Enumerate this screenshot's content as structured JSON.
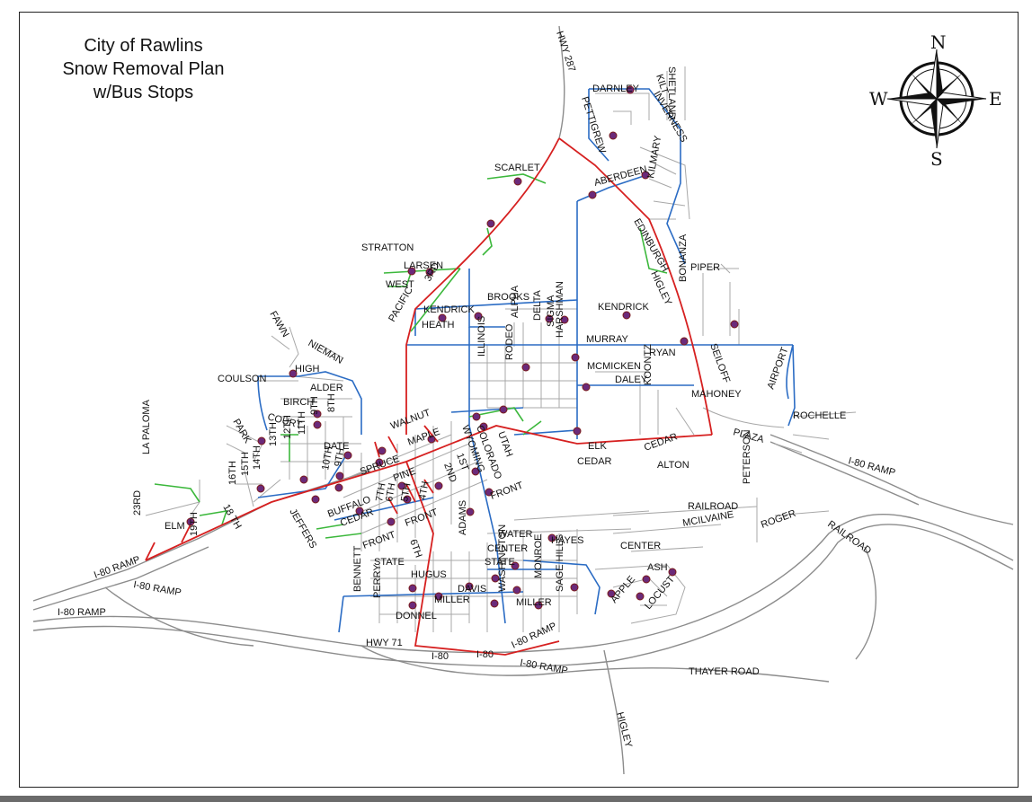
{
  "title": {
    "line1": "City of Rawlins",
    "line2": "Snow Removal Plan",
    "line3": "w/Bus Stops"
  },
  "compass": {
    "n": "N",
    "s": "S",
    "e": "E",
    "w": "W"
  },
  "colors": {
    "primary_route": "#d62020",
    "secondary_route": "#2b6cc4",
    "tertiary_route": "#3cb83c",
    "street": "#9a9a9a",
    "highway": "#8c8c8c",
    "bus_stop": "#6b2a7a"
  },
  "labels": [
    {
      "id": "hwy287",
      "text": "HWY 287"
    },
    {
      "id": "darnley",
      "text": "DARNLEY"
    },
    {
      "id": "kilt",
      "text": "KILT"
    },
    {
      "id": "shetland",
      "text": "SHETLAND"
    },
    {
      "id": "pettigrew",
      "text": "PETTIGREW"
    },
    {
      "id": "inverness",
      "text": "INVERNESS"
    },
    {
      "id": "scarlet",
      "text": "SCARLET"
    },
    {
      "id": "aberdeen",
      "text": "ABERDEEN"
    },
    {
      "id": "kilmary",
      "text": "KILMARY"
    },
    {
      "id": "edinburgh",
      "text": "EDINBURGH"
    },
    {
      "id": "piper",
      "text": "PIPER"
    },
    {
      "id": "higley1",
      "text": "HIGLEY"
    },
    {
      "id": "bonanza",
      "text": "BONANZA"
    },
    {
      "id": "stratton",
      "text": "STRATTON"
    },
    {
      "id": "larsen",
      "text": "LARSEN"
    },
    {
      "id": "west",
      "text": "WEST"
    },
    {
      "id": "3rd",
      "text": "3RD"
    },
    {
      "id": "pacific",
      "text": "PACIFIC"
    },
    {
      "id": "brooks",
      "text": "BROOKS"
    },
    {
      "id": "kendrick1",
      "text": "KENDRICK"
    },
    {
      "id": "heath",
      "text": "HEATH"
    },
    {
      "id": "kendrick2",
      "text": "KENDRICK"
    },
    {
      "id": "alpha",
      "text": "ALPHA"
    },
    {
      "id": "delta",
      "text": "DELTA"
    },
    {
      "id": "sigma",
      "text": "SIGMA"
    },
    {
      "id": "harshman",
      "text": "HARSHMAN"
    },
    {
      "id": "murray",
      "text": "MURRAY"
    },
    {
      "id": "ryan",
      "text": "RYAN"
    },
    {
      "id": "seiloff",
      "text": "SEILOFF"
    },
    {
      "id": "fawn",
      "text": "FAWN"
    },
    {
      "id": "nieman",
      "text": "NIEMAN"
    },
    {
      "id": "high",
      "text": "HIGH"
    },
    {
      "id": "coulson",
      "text": "COULSON"
    },
    {
      "id": "alder",
      "text": "ALDER"
    },
    {
      "id": "birch",
      "text": "BIRCH"
    },
    {
      "id": "court",
      "text": "COURT"
    },
    {
      "id": "9th_a",
      "text": "9TH"
    },
    {
      "id": "8th_a",
      "text": "8TH"
    },
    {
      "id": "illinois",
      "text": "ILLINOIS"
    },
    {
      "id": "rodeo",
      "text": "RODEO"
    },
    {
      "id": "mcmicken",
      "text": "MCMICKEN"
    },
    {
      "id": "daley",
      "text": "DALEY"
    },
    {
      "id": "koontz",
      "text": "KOONTZ"
    },
    {
      "id": "mahoney",
      "text": "MAHONEY"
    },
    {
      "id": "airport",
      "text": "AIRPORT"
    },
    {
      "id": "rochelle",
      "text": "ROCHELLE"
    },
    {
      "id": "plaza",
      "text": "PLAZA"
    },
    {
      "id": "park",
      "text": "PARK"
    },
    {
      "id": "12th",
      "text": "12TH"
    },
    {
      "id": "11th",
      "text": "11TH"
    },
    {
      "id": "13th",
      "text": "13TH"
    },
    {
      "id": "date",
      "text": "DATE"
    },
    {
      "id": "walnut",
      "text": "WALNUT"
    },
    {
      "id": "maple",
      "text": "MAPLE"
    },
    {
      "id": "wyoming",
      "text": "WYOMING"
    },
    {
      "id": "colorado",
      "text": "COLORADO"
    },
    {
      "id": "utah",
      "text": "UTAH"
    },
    {
      "id": "elk",
      "text": "ELK"
    },
    {
      "id": "cedar1",
      "text": "CEDAR"
    },
    {
      "id": "cedar2",
      "text": "CEDAR"
    },
    {
      "id": "alton",
      "text": "ALTON"
    },
    {
      "id": "i80ramp1",
      "text": "I-80 RAMP"
    },
    {
      "id": "lapaloma",
      "text": "LA PALOMA"
    },
    {
      "id": "16th",
      "text": "16TH"
    },
    {
      "id": "15th",
      "text": "15TH"
    },
    {
      "id": "14th",
      "text": "14TH"
    },
    {
      "id": "10th",
      "text": "10TH"
    },
    {
      "id": "9th_b",
      "text": "9TH"
    },
    {
      "id": "spruce",
      "text": "SPRUCE"
    },
    {
      "id": "pine",
      "text": "PINE"
    },
    {
      "id": "2nd",
      "text": "2ND"
    },
    {
      "id": "1st",
      "text": "1ST"
    },
    {
      "id": "front1",
      "text": "FRONT"
    },
    {
      "id": "23rd",
      "text": "23RD"
    },
    {
      "id": "elm",
      "text": "ELM"
    },
    {
      "id": "18th",
      "text": "18 TH"
    },
    {
      "id": "19th",
      "text": "19TH"
    },
    {
      "id": "jeffers",
      "text": "JEFFERS"
    },
    {
      "id": "buffalo",
      "text": "BUFFALO"
    },
    {
      "id": "cedar3",
      "text": "CEDAR"
    },
    {
      "id": "7th",
      "text": "7TH"
    },
    {
      "id": "6th_a",
      "text": "6TH"
    },
    {
      "id": "5th",
      "text": "5TH"
    },
    {
      "id": "4th",
      "text": "4TH"
    },
    {
      "id": "front2",
      "text": "FRONT"
    },
    {
      "id": "front3",
      "text": "FRONT"
    },
    {
      "id": "6th_b",
      "text": "6TH"
    },
    {
      "id": "i80ramp2",
      "text": "I-80 RAMP"
    },
    {
      "id": "i80ramp3",
      "text": "I-80 RAMP"
    },
    {
      "id": "i80ramp4",
      "text": "I-80 RAMP"
    },
    {
      "id": "railroad1",
      "text": "RAILROAD"
    },
    {
      "id": "peterson",
      "text": "PETERSON"
    },
    {
      "id": "mcilvaine",
      "text": "MCILVAINE"
    },
    {
      "id": "roger",
      "text": "ROGER"
    },
    {
      "id": "railroad2",
      "text": "RAILROAD"
    },
    {
      "id": "water",
      "text": "WATER"
    },
    {
      "id": "hayes",
      "text": "HAYES"
    },
    {
      "id": "center1",
      "text": "CENTER"
    },
    {
      "id": "center2",
      "text": "CENTER"
    },
    {
      "id": "state1",
      "text": "STATE"
    },
    {
      "id": "adams",
      "text": "ADAMS"
    },
    {
      "id": "state2",
      "text": "STATE"
    },
    {
      "id": "hugus",
      "text": "HUGUS"
    },
    {
      "id": "monroe",
      "text": "MONROE"
    },
    {
      "id": "sagehills",
      "text": "SAGE HILLS"
    },
    {
      "id": "ash",
      "text": "ASH"
    },
    {
      "id": "apple",
      "text": "APPLE"
    },
    {
      "id": "locust",
      "text": "LOCUST"
    },
    {
      "id": "davis",
      "text": "DAVIS"
    },
    {
      "id": "bennett",
      "text": "BENNETT"
    },
    {
      "id": "perry",
      "text": "PERRY"
    },
    {
      "id": "miller1",
      "text": "MILLER"
    },
    {
      "id": "miller2",
      "text": "MILLER"
    },
    {
      "id": "washington",
      "text": "WASHINGTON"
    },
    {
      "id": "donnel",
      "text": "DONNEL"
    },
    {
      "id": "hwy71",
      "text": "HWY 71"
    },
    {
      "id": "i80a",
      "text": "I-80"
    },
    {
      "id": "i80b",
      "text": "I-80"
    },
    {
      "id": "i80ramp5",
      "text": "I-80 RAMP"
    },
    {
      "id": "i80ramp6",
      "text": "I-80 RAMP"
    },
    {
      "id": "thayer",
      "text": "THAYER ROAD"
    },
    {
      "id": "higley2",
      "text": "HIGLEY"
    }
  ]
}
